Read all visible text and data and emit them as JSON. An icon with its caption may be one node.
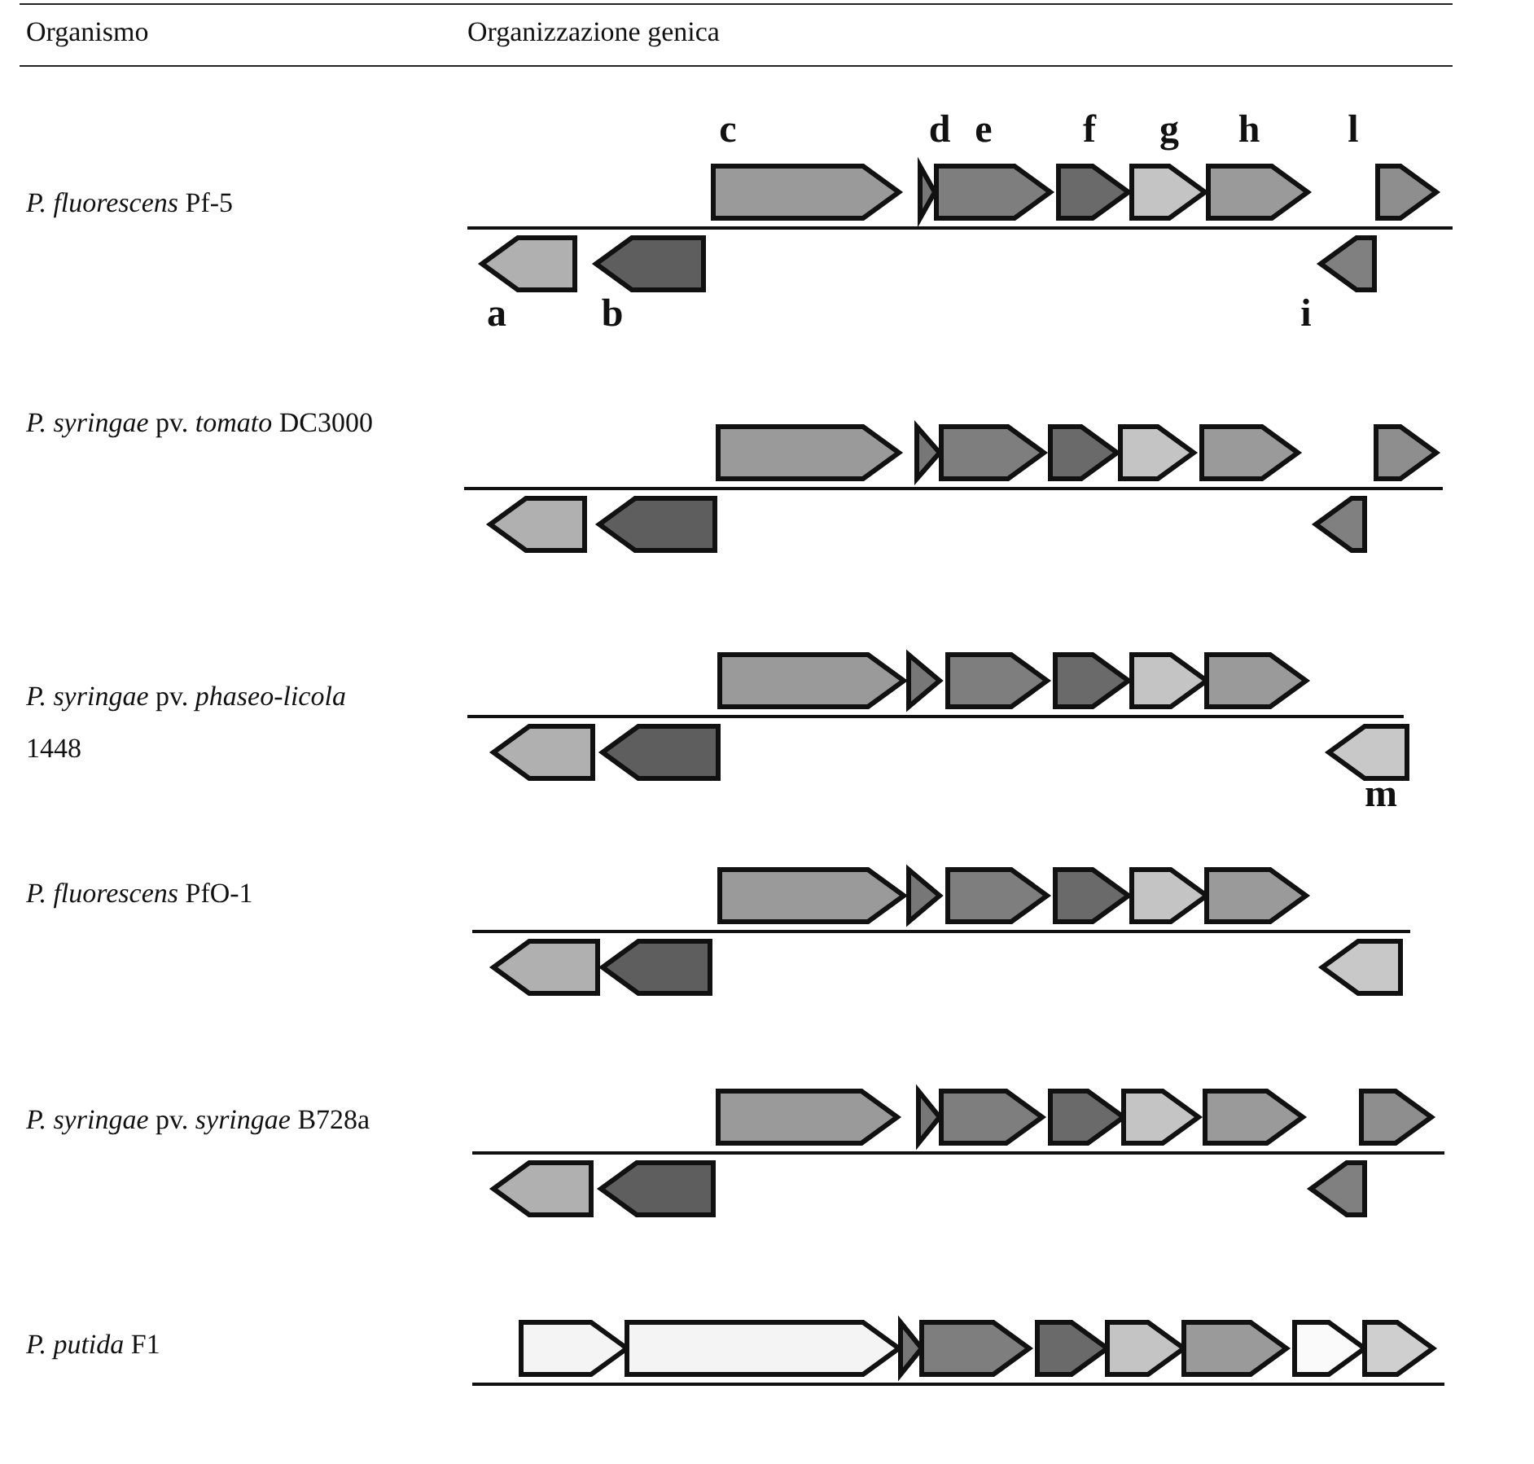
{
  "diagram": {
    "labels": [
      "Organismo",
      "Organizzazione genica",
      "c",
      "d",
      "e",
      "f",
      "g",
      "h",
      "l",
      "*P. fluorescens* Pf-5",
      "a",
      "b",
      "i",
      "*P. syringae* pv. *tomato* DC3000",
      "*P. syringae* pv. *phaseo-licola* 1448",
      "m",
      "*P. fluorescens* PfO-1",
      "*P. syringae* pv. *syringae* B728a",
      "*P. putida* F1"
    ]
  }
}
